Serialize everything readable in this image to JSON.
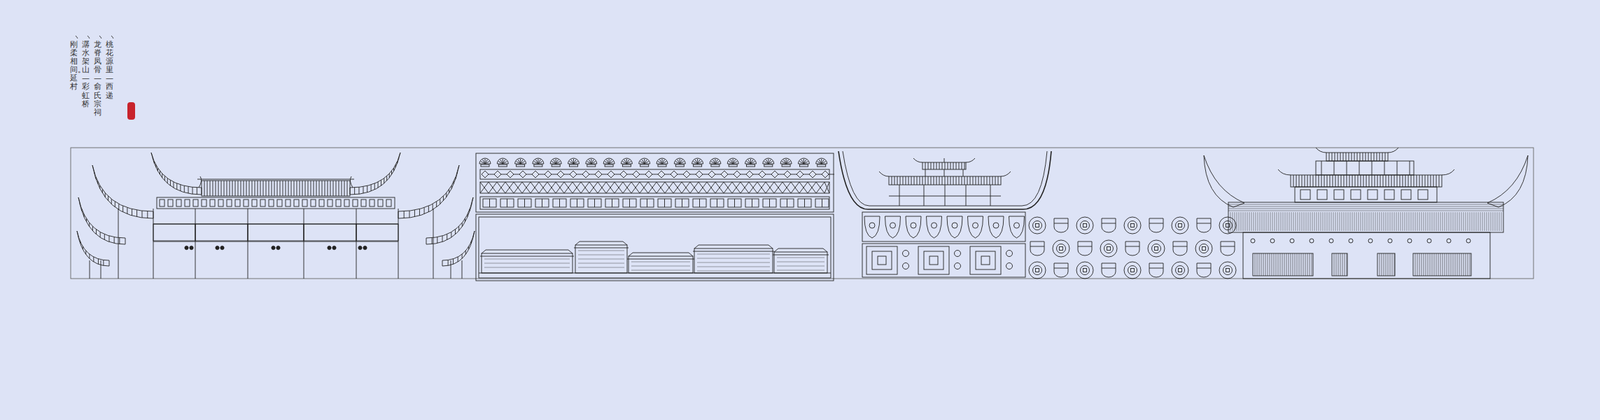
{
  "diagram": {
    "labels": [
      "桃花源里—西递",
      "龙脊凤骨—俞氏宗祠",
      "潺水架山—彩虹桥",
      "刚柔相间。延村"
    ]
  }
}
